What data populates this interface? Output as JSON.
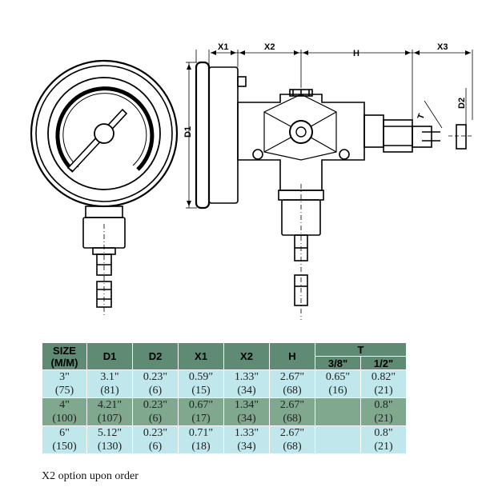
{
  "dimension_labels": {
    "x1": "X1",
    "x2": "X2",
    "h": "H",
    "x3": "X3",
    "d1": "D1",
    "d2": "D2",
    "t": "T"
  },
  "table": {
    "headers": {
      "size": [
        "SIZE",
        "(M/M)"
      ],
      "d1": "D1",
      "d2": "D2",
      "x1": "X1",
      "x2": "X2",
      "h": "H",
      "t": "T",
      "t_sub": [
        "3/8\"",
        "1/2\""
      ]
    },
    "rows": [
      {
        "size": [
          "3\"",
          "(75)"
        ],
        "d1": [
          "3.1\"",
          "(81)"
        ],
        "d2": [
          "0.23\"",
          "(6)"
        ],
        "x1": [
          "0.59\"",
          "(15)"
        ],
        "x2": [
          "1.33\"",
          "(34)"
        ],
        "h": [
          "2.67\"",
          "(68)"
        ],
        "t38": [
          "0.65\"",
          "(16)"
        ],
        "t12": [
          "0.82\"",
          "(21)"
        ]
      },
      {
        "size": [
          "4\"",
          "(100)"
        ],
        "d1": [
          "4.21\"",
          "(107)"
        ],
        "d2": [
          "0.23\"",
          "(6)"
        ],
        "x1": [
          "0.67\"",
          "(17)"
        ],
        "x2": [
          "1.34\"",
          "(34)"
        ],
        "h": [
          "2.67\"",
          "(68)"
        ],
        "t38": [
          "",
          ""
        ],
        "t12": [
          "0.8\"",
          "(21)"
        ]
      },
      {
        "size": [
          "6\"",
          "(150)"
        ],
        "d1": [
          "5.12\"",
          "(130)"
        ],
        "d2": [
          "0.23\"",
          "(6)"
        ],
        "x1": [
          "0.71\"",
          "(18)"
        ],
        "x2": [
          "1.33\"",
          "(34)"
        ],
        "h": [
          "2.67\"",
          "(68)"
        ],
        "t38": [
          "",
          ""
        ],
        "t12": [
          "0.8\"",
          "(21)"
        ]
      }
    ]
  },
  "footnote": "X2 option upon order",
  "colors": {
    "header_bg": "#5f8a73",
    "row_light": "#bfe7ec",
    "row_dark": "#7fa88f"
  }
}
